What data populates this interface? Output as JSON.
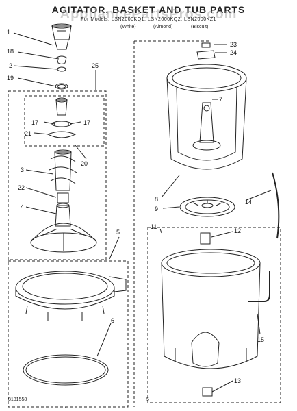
{
  "header": {
    "title": "AGITATOR, BASKET AND TUB PARTS",
    "watermark": "AppliancePartsPros.com",
    "models": "For Models: LSN2000KQ1, LSN2000KQ2, LSN2000KZ1",
    "color_white": "(White)",
    "color_almond": "(Almond)",
    "color_biscuit": "(Biscuit)"
  },
  "footer": {
    "part_code": "8181558",
    "page_number": "5"
  },
  "callouts": {
    "c1": "1",
    "c2": "2",
    "c3": "3",
    "c4": "4",
    "c5": "5",
    "c6": "6",
    "c7": "7",
    "c8": "8",
    "c9": "9",
    "c11": "11",
    "c12": "12",
    "c13": "13",
    "c14": "14",
    "c15": "15",
    "c17a": "17",
    "c17b": "17",
    "c18": "18",
    "c19": "19",
    "c20": "20",
    "c21": "21",
    "c22": "22",
    "c23": "23",
    "c24": "24",
    "c25": "25"
  }
}
